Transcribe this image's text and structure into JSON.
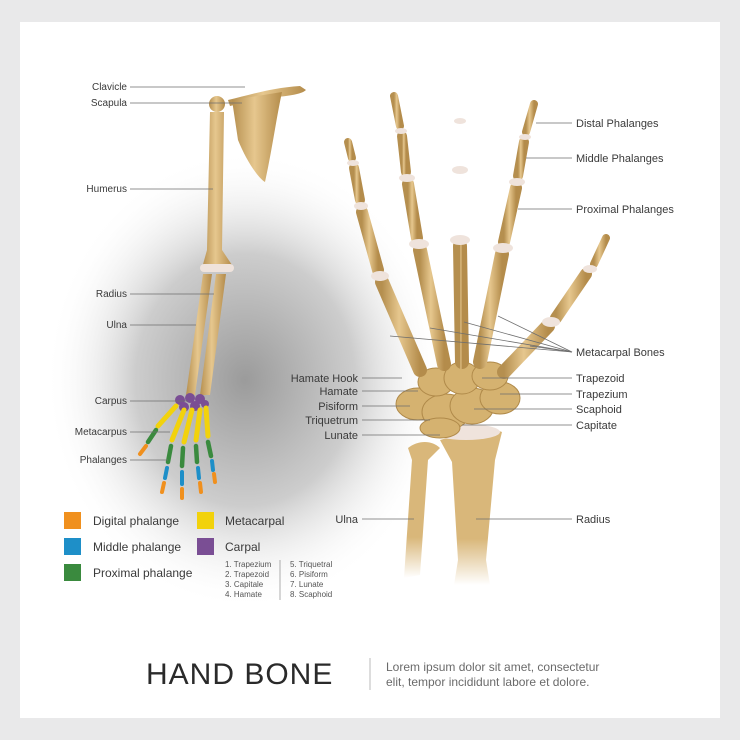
{
  "arm_labels": {
    "clavicle": "Clavicle",
    "scapula": "Scapula",
    "humerus": "Humerus",
    "radius": "Radius",
    "ulna": "Ulna",
    "carpus": "Carpus",
    "metacarpus": "Metacarpus",
    "phalanges": "Phalanges"
  },
  "hand_labels_left": {
    "hamate_hook": "Hamate Hook",
    "hamate": "Hamate",
    "pisiform": "Pisiform",
    "triquetrum": "Triquetrum",
    "lunate": "Lunate",
    "ulna": "Ulna"
  },
  "hand_labels_right": {
    "distal": "Distal Phalanges",
    "middle": "Middle Phalanges",
    "proximal": "Proximal Phalanges",
    "metacarpal": "Metacarpal Bones",
    "trapezoid": "Trapezoid",
    "trapezium": "Trapezium",
    "scaphoid": "Scaphoid",
    "capitate": "Capitate",
    "radius": "Radius"
  },
  "legend": {
    "digital": {
      "label": "Digital phalange",
      "color": "#f0901e"
    },
    "middle": {
      "label": "Middle phalange",
      "color": "#1e8fc8"
    },
    "proximal": {
      "label": "Proximal phalange",
      "color": "#3a8a3e"
    },
    "metacarpal": {
      "label": "Metacarpal",
      "color": "#f2d20c"
    },
    "carpal": {
      "label": "Carpal",
      "color": "#7a4e94"
    }
  },
  "carpal_list_col1": [
    "1. Trapezium",
    "2. Trapezoid",
    "3. Capitale",
    "4. Hamate"
  ],
  "carpal_list_col2": [
    "5. Triquetral",
    "6. Pisiform",
    "7. Lunate",
    "8. Scaphoid"
  ],
  "footer": {
    "title": "HAND BONE",
    "lorem_line1": "Lorem ipsum dolor sit amet, consectetur",
    "lorem_line2": "elit, tempor incididunt labore et dolore."
  },
  "colors": {
    "bone": "#d9b77a",
    "bone_shadow": "#b58f4f",
    "cartilage": "#efe3dc"
  }
}
